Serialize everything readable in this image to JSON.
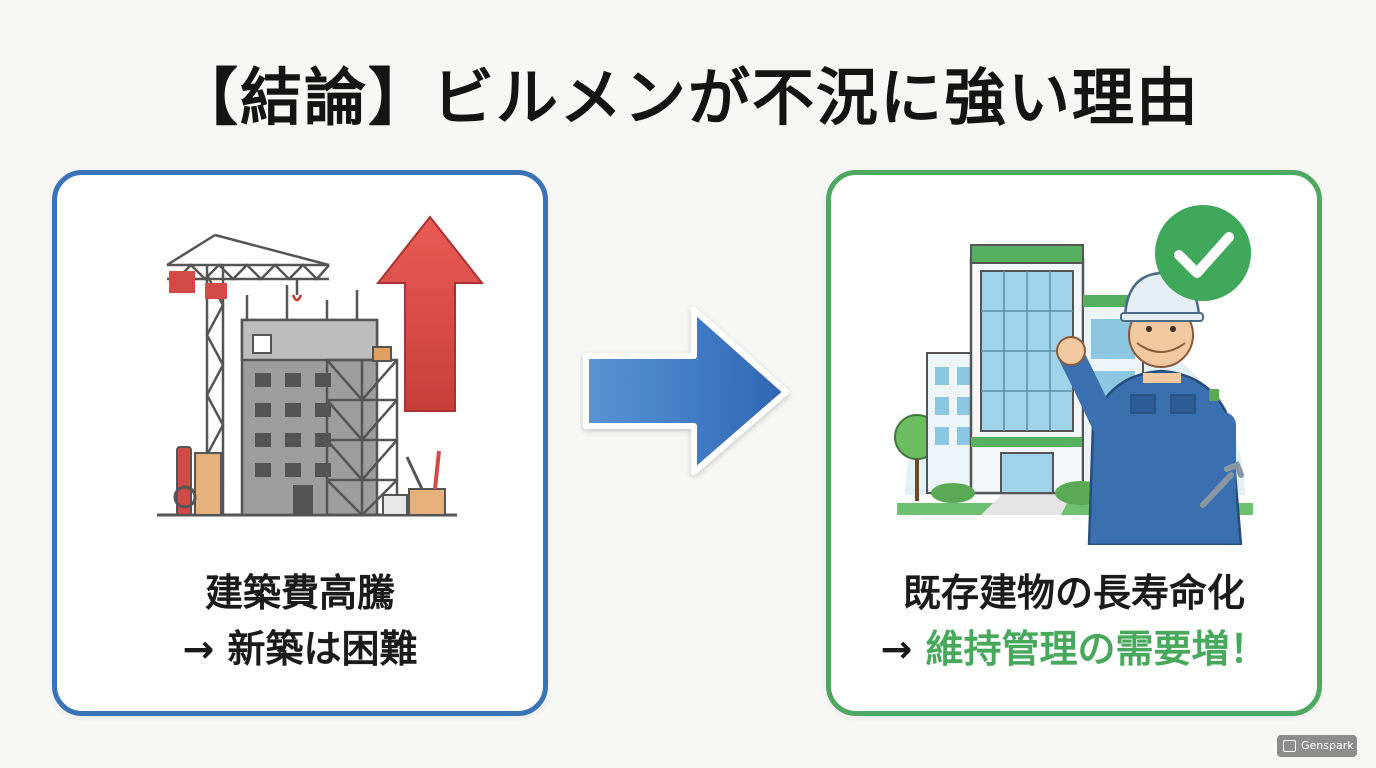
{
  "title": "【結論】ビルメンが不況に強い理由",
  "left_card": {
    "line1": "建築費高騰",
    "line2_prefix": "→ ",
    "line2_text": "新築は困難",
    "icon": "construction-site-with-crane-icon",
    "trend_icon": "up-arrow-icon"
  },
  "right_card": {
    "line1": "既存建物の長寿命化",
    "line2_prefix": "→ ",
    "line2_text": "維持管理の需要増！",
    "icon": "building-maintenance-worker-icon",
    "badge_icon": "checkmark-icon"
  },
  "middle": {
    "icon": "right-arrow-icon"
  },
  "watermark": {
    "label": "Genspark"
  },
  "colors": {
    "left_border": "#3a73b8",
    "right_border": "#4ea862",
    "accent_green": "#48a85c",
    "arrow_red": "#de4b45",
    "arrow_blue": "#3d7cc7"
  }
}
